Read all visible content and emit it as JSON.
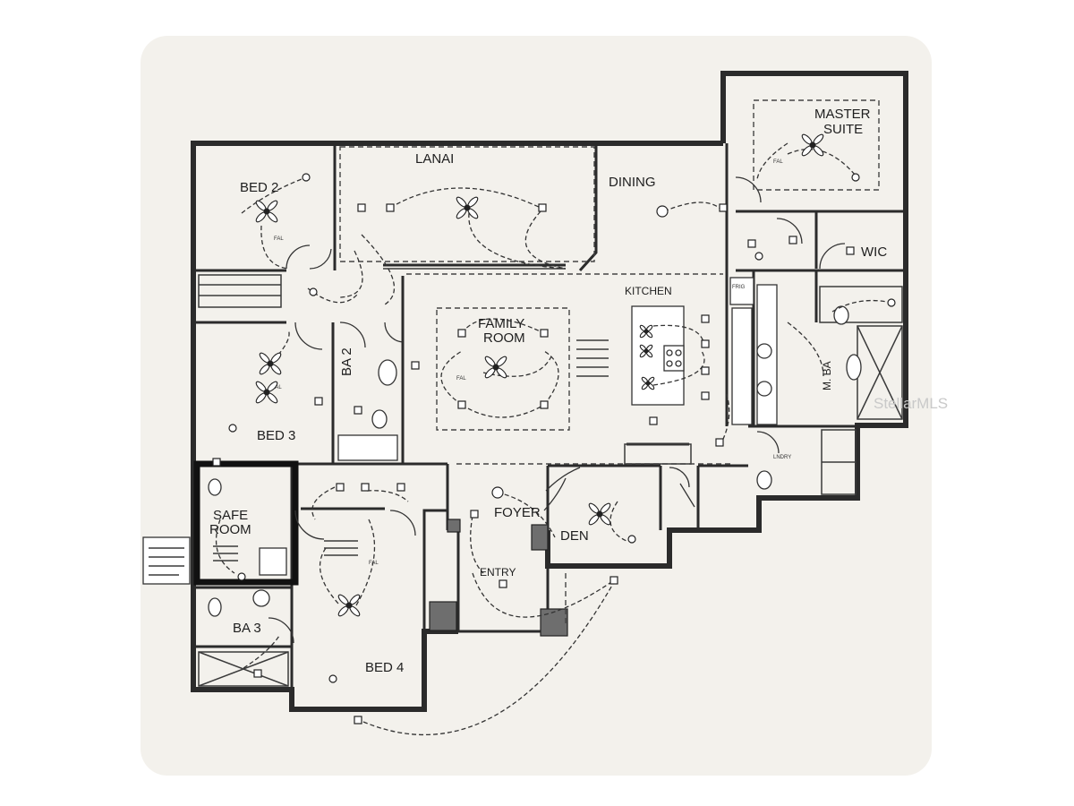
{
  "rooms": {
    "bed2": "BED 2",
    "lanai": "LANAI",
    "dining": "DINING",
    "master_line1": "MASTER",
    "master_line2": "SUITE",
    "wic": "WIC",
    "kitchen": "KITCHEN",
    "family_line1": "FAMILY",
    "family_line2": "ROOM",
    "ba2": "BA 2",
    "mba": "M. BA",
    "bed3": "BED 3",
    "safe_line1": "SAFE",
    "safe_line2": "ROOM",
    "foyer": "FOYER",
    "den": "DEN",
    "entry": "ENTRY",
    "ba3": "BA 3",
    "bed4": "BED 4",
    "lndry": "LNDRY",
    "frig": "FRIG"
  },
  "fan_label": "FAL",
  "watermark": "StellarMLS",
  "colors": {
    "card": "#f3f1ec",
    "ink": "#2b2b2b",
    "watermark": "#c9c9c9"
  }
}
